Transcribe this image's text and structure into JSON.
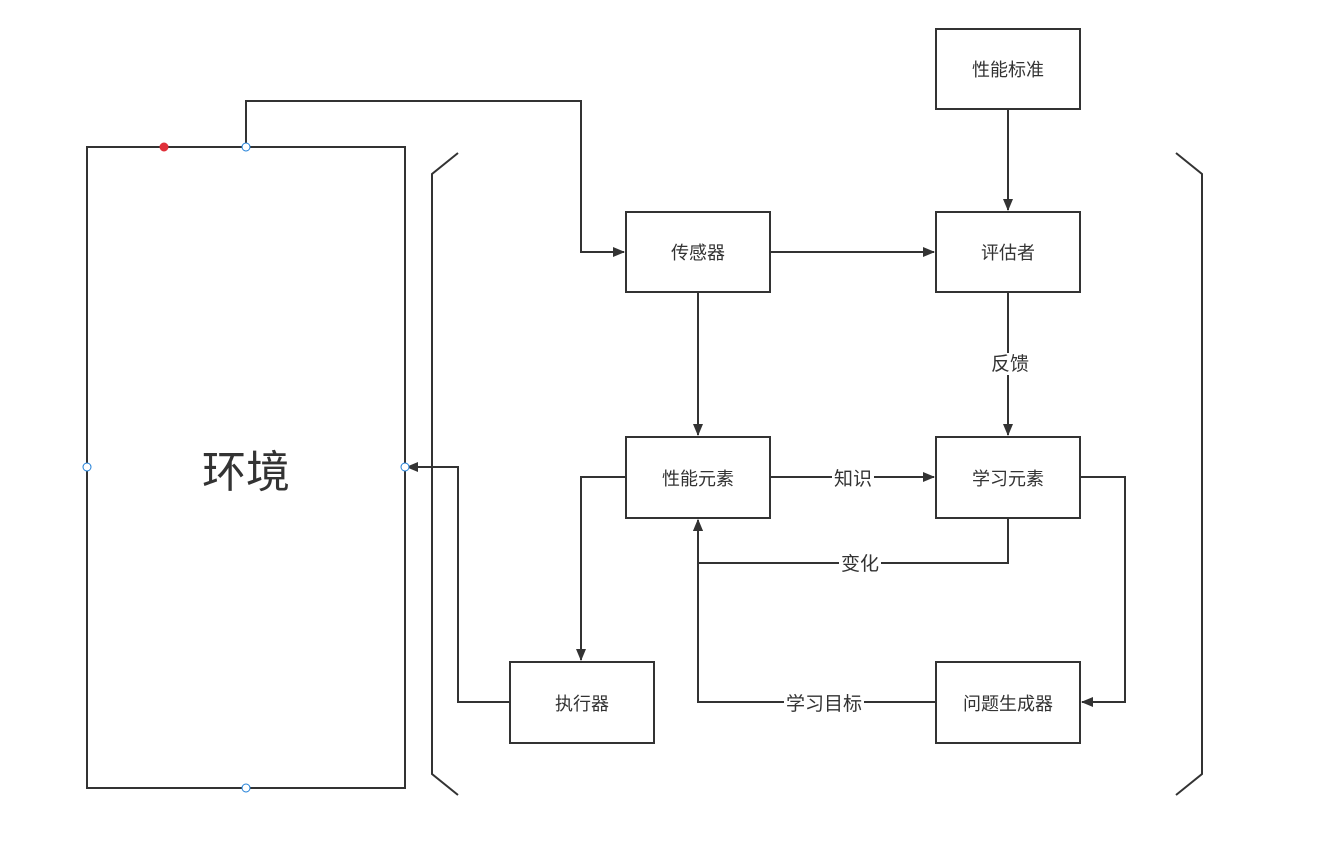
{
  "nodes": {
    "environment": "环境",
    "performance_standard": "性能标准",
    "sensor": "传感器",
    "evaluator": "评估者",
    "performance_element": "性能元素",
    "learning_element": "学习元素",
    "actuator": "执行器",
    "problem_generator": "问题生成器"
  },
  "edges": {
    "feedback": "反馈",
    "knowledge": "知识",
    "change": "变化",
    "learning_goal": "学习目标"
  },
  "colors": {
    "stroke": "#333333",
    "handle_blue": "#1f7fd8",
    "handle_red": "#e0303a"
  }
}
